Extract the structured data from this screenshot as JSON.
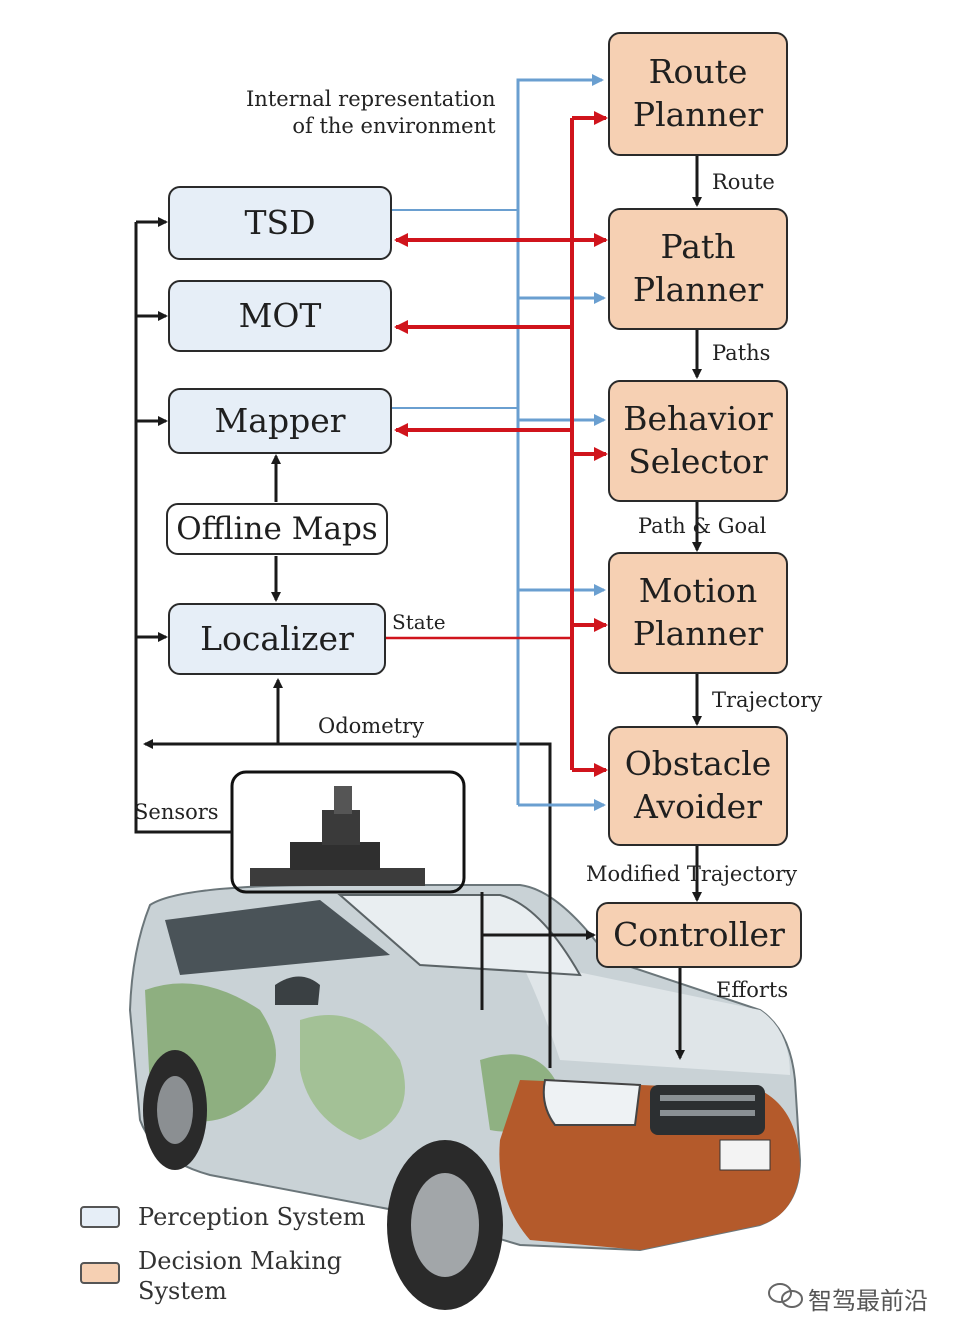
{
  "colors": {
    "perception": "#e6eef7",
    "decision": "#f6d0b3",
    "arrow_black": "#1a1a1a",
    "arrow_red": "#d0141c",
    "arrow_blue": "#6a9fd0"
  },
  "labels": {
    "internal_representation": "Internal representation\nof the environment",
    "route": "Route",
    "paths": "Paths",
    "path_goal": "Path  & Goal",
    "trajectory": "Trajectory",
    "modified_trajectory": "Modified Trajectory",
    "efforts": "Efforts",
    "state": "State",
    "odometry": "Odometry",
    "sensors": "Sensors"
  },
  "perception_nodes": {
    "tsd": "TSD",
    "mot": "MOT",
    "mapper": "Mapper",
    "offline_maps": "Offline Maps",
    "localizer": "Localizer"
  },
  "decision_nodes": {
    "route_planner": "Route\nPlanner",
    "path_planner": "Path\nPlanner",
    "behavior_selector": "Behavior\nSelector",
    "motion_planner": "Motion\nPlanner",
    "obstacle_avoider": "Obstacle\nAvoider",
    "controller": "Controller"
  },
  "legend": [
    {
      "label": "Perception System",
      "color": "#e6eef7"
    },
    {
      "label": "Decision Making\nSystem",
      "color": "#f6d0b3"
    }
  ],
  "watermark": "智驾最前沿",
  "car_icon": "autonomous-car-photo"
}
